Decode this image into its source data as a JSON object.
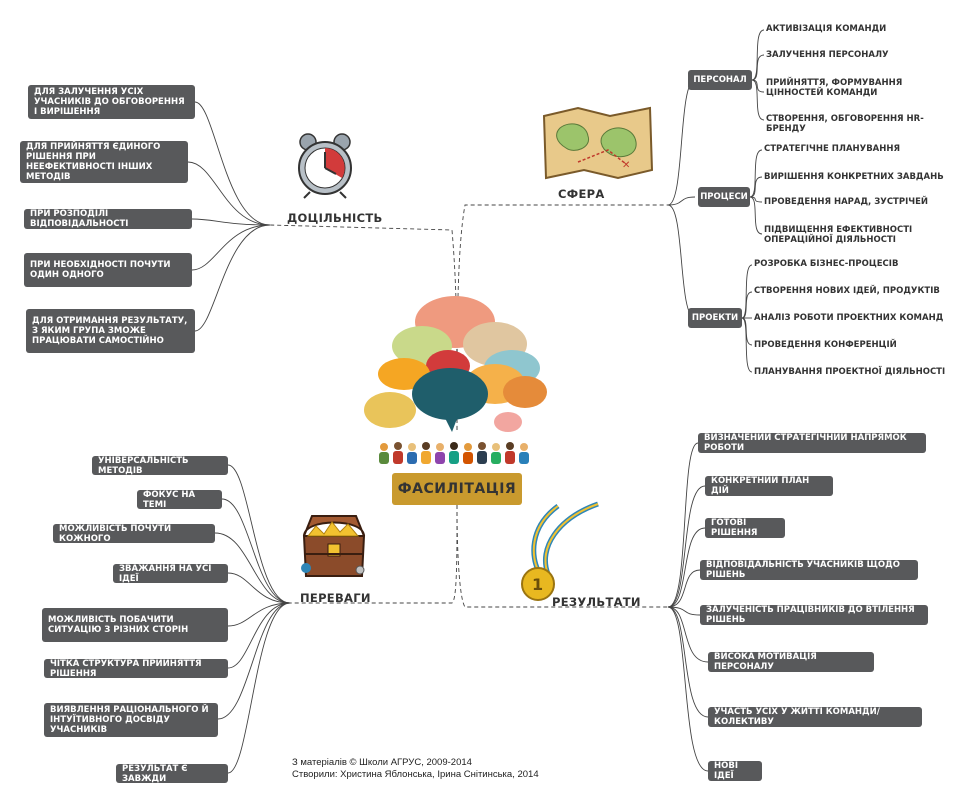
{
  "center": "ФАСИЛІТАЦІЯ",
  "branches": {
    "sfera": "СФЕРА",
    "dotsilnist": "ДОЦІЛЬНІСТЬ",
    "perevagy": "ПЕРЕВАГИ",
    "rezultaty": "РЕЗУЛЬТАТИ"
  },
  "sfera": {
    "personal": {
      "label": "ПЕРСОНАЛ",
      "items": [
        "АКТИВІЗАЦІЯ КОМАНДИ",
        "ЗАЛУЧЕННЯ ПЕРСОНАЛУ",
        "ПРИЙНЯТТЯ, ФОРМУВАННЯ ЦІННОСТЕЙ КОМАНДИ",
        "СТВОРЕННЯ, ОБГОВОРЕННЯ HR-БРЕНДУ"
      ]
    },
    "protsesy": {
      "label": "ПРОЦЕСИ",
      "items": [
        "СТРАТЕГІЧНЕ ПЛАНУВАННЯ",
        "ВИРІШЕННЯ КОНКРЕТНИХ ЗАВДАНЬ",
        "ПРОВЕДЕННЯ НАРАД, ЗУСТРІЧЕЙ",
        "ПІДВИЩЕННЯ ЕФЕКТИВНОСТІ ОПЕРАЦІЙНОЇ ДІЯЛЬНОСТІ"
      ]
    },
    "proekty": {
      "label": "ПРОЕКТИ",
      "items": [
        "РОЗРОБКА БІЗНЕС-ПРОЦЕСІВ",
        "СТВОРЕННЯ НОВИХ ІДЕЙ, ПРОДУКТІВ",
        "АНАЛІЗ РОБОТИ ПРОЕКТНИХ КОМАНД",
        "ПРОВЕДЕННЯ КОНФЕРЕНЦІЙ",
        "ПЛАНУВАННЯ ПРОЕКТНОЇ ДІЯЛЬНОСТІ"
      ]
    }
  },
  "dotsilnist": [
    "ДЛЯ ЗАЛУЧЕННЯ УСІХ УЧАСНИКІВ ДО ОБГОВОРЕННЯ І ВИРІШЕННЯ",
    "ДЛЯ ПРИЙНЯТТЯ ЄДИНОГО РІШЕННЯ ПРИ НЕЕФЕКТИВНОСТІ ІНШИХ МЕТОДІВ",
    "ПРИ РОЗПОДІЛІ ВІДПОВІДАЛЬНОСТІ",
    "ПРИ НЕОБХІДНОСТІ ПОЧУТИ ОДИН ОДНОГО",
    "ДЛЯ ОТРИМАННЯ РЕЗУЛЬТАТУ, З ЯКИМ ГРУПА ЗМОЖЕ ПРАЦЮВАТИ САМОСТІЙНО"
  ],
  "perevagy": [
    "УНІВЕРСАЛЬНІСТЬ МЕТОДІВ",
    "ФОКУС НА ТЕМІ",
    "МОЖЛИВІСТЬ ПОЧУТИ КОЖНОГО",
    "ЗВАЖАННЯ НА УСІ ІДЕЇ",
    "МОЖЛИВІСТЬ ПОБАЧИТИ СИТУАЦІЮ З РІЗНИХ СТОРІН",
    "ЧІТКА СТРУКТУРА ПРИЙНЯТТЯ РІШЕННЯ",
    "ВИЯВЛЕННЯ РАЦІОНАЛЬНОГО Й ІНТУЇТИВНОГО ДОСВІДУ УЧАСНИКІВ",
    "РЕЗУЛЬТАТ Є ЗАВЖДИ"
  ],
  "rezultaty": [
    "ВИЗНАЧЕНИЙ СТРАТЕГІЧНИЙ НАПРЯМОК РОБОТИ",
    "КОНКРЕТНИЙ ПЛАН ДІЙ",
    "ГОТОВІ РІШЕННЯ",
    "ВІДПОВІДАЛЬНІСТЬ УЧАСНИКІВ ЩОДО РІШЕНЬ",
    "ЗАЛУЧЕНІСТЬ ПРАЦІВНИКІВ ДО ВТІЛЕННЯ РІШЕНЬ",
    "ВИСОКА МОТИВАЦІЯ ПЕРСОНАЛУ",
    "УЧАСТЬ УСІХ У ЖИТТІ КОМАНДИ/КОЛЕКТИВУ",
    "НОВІ ІДЕЇ"
  ],
  "credits": {
    "line1": "З матеріалів © Школи АГРУС, 2009-2014",
    "line2": "Створили: Христина Яблонська, Ірина Снітинська, 2014"
  },
  "colors": {
    "dark_box": "#58595b",
    "center_box": "#c99a2e",
    "line": "#444444"
  }
}
